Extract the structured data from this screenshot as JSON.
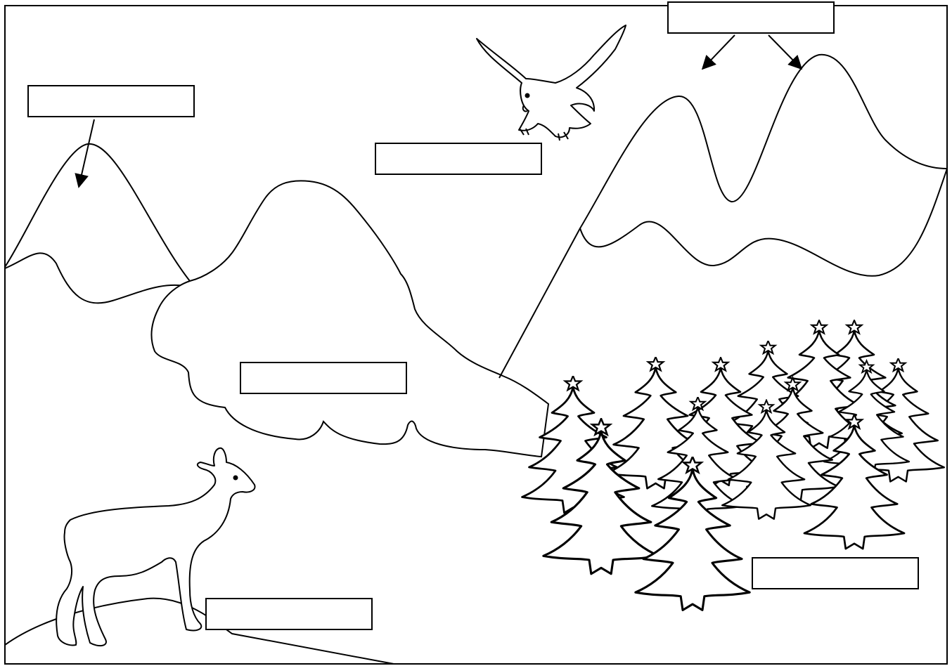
{
  "worksheet": {
    "labels": [
      {
        "id": "peak-left",
        "text": ""
      },
      {
        "id": "peaks-right",
        "text": ""
      },
      {
        "id": "sky-bird",
        "text": ""
      },
      {
        "id": "hill-center",
        "text": ""
      },
      {
        "id": "forest",
        "text": ""
      },
      {
        "id": "animal",
        "text": ""
      }
    ]
  },
  "colors": {
    "line": "#000000",
    "background": "#ffffff"
  }
}
